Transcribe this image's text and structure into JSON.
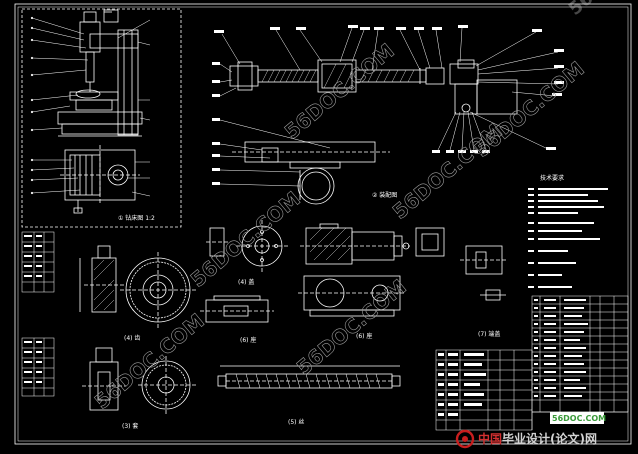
{
  "sheet": {
    "background_color": "#000000",
    "line_color": "#ffffff"
  },
  "views": {
    "assembly_side_label": "① 钻床图  1:2",
    "assembly_front_label": "② 装配图",
    "part3_label": "(3) 套",
    "part4_label": "(4) 齿",
    "part5_label": "(5) 丝",
    "part6_label": "(6) 座",
    "part7_label": "(7) 端盖",
    "tech_title": "技术要求"
  },
  "watermarks": {
    "text": "56DOC.COM",
    "corner_text": "56DOC.COM"
  },
  "site_logo": {
    "prefix": "中国",
    "name": "毕业设计(论文)网",
    "stamp_text": "56DOC.COM"
  },
  "icons": {
    "logo_mark": "red-ring-logo-icon"
  }
}
